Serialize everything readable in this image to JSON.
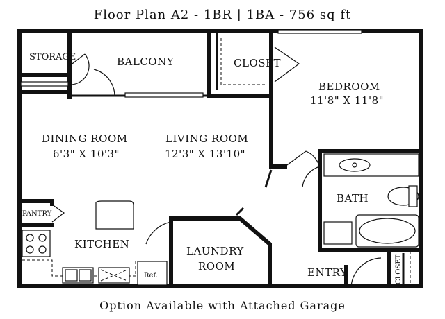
{
  "title": "Floor Plan A2 - 1BR | 1BA - 756 sq ft",
  "footer": "Option Available with Attached Garage",
  "rooms": {
    "storage": "STORAGE",
    "balcony": "BALCONY",
    "closet": "CLOSET",
    "bedroom": "BEDROOM",
    "bedroom_dim": "11'8\" X 11'8\"",
    "dining": "DINING ROOM",
    "dining_dim": "6'3\" X 10'3\"",
    "living": "LIVING ROOM",
    "living_dim": "12'3\" X 13'10\"",
    "pantry": "PANTRY",
    "kitchen": "KITCHEN",
    "bath": "BATH",
    "laundry_1": "LAUNDRY",
    "laundry_2": "ROOM",
    "entry": "ENTRY",
    "closet_entry": "CLOSET",
    "ref": "Ref."
  }
}
